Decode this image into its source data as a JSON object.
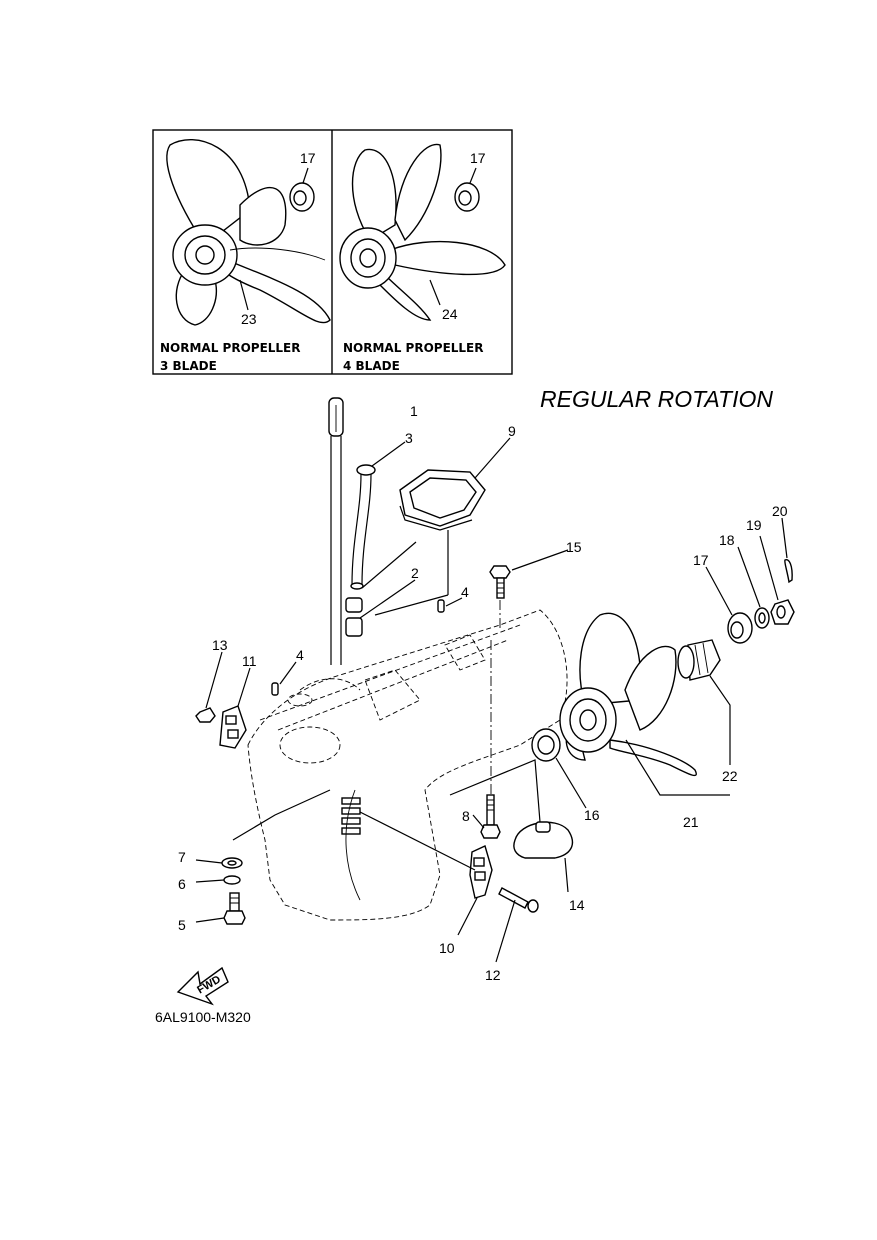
{
  "title": "REGULAR ROTATION",
  "diagram_code": "6AL9100-M320",
  "fwd_label": "FWD",
  "inset": {
    "left": {
      "caption_line1": "NORMAL PROPELLER",
      "caption_line2": "3 BLADE",
      "labels": [
        "17",
        "23"
      ]
    },
    "right": {
      "caption_line1": "NORMAL PROPELLER",
      "caption_line2": "4 BLADE",
      "labels": [
        "17",
        "24"
      ]
    }
  },
  "callouts": [
    "1",
    "2",
    "3",
    "4",
    "4",
    "5",
    "6",
    "7",
    "8",
    "9",
    "10",
    "11",
    "12",
    "13",
    "14",
    "15",
    "16",
    "17",
    "18",
    "19",
    "20",
    "21",
    "22"
  ]
}
